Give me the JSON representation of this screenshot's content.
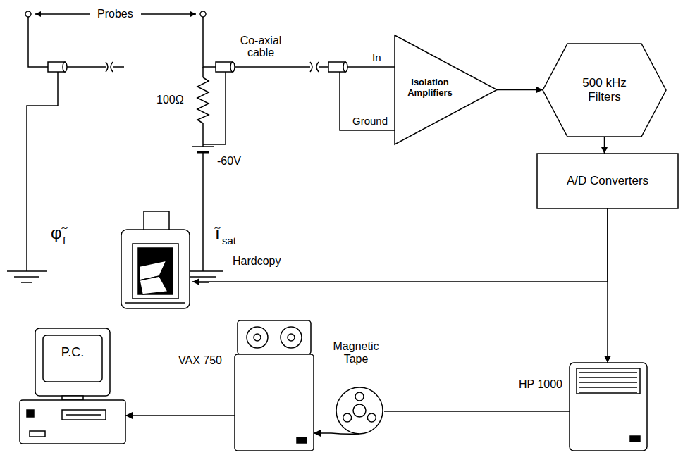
{
  "diagram": {
    "nodes": [
      {
        "text": [
          "Isolation Amplifiers"
        ]
      },
      {
        "text": [
          "500 kHz Filters"
        ]
      },
      {
        "text": [
          "A/D Converters"
        ]
      },
      {
        "text": [
          "Hardcopy"
        ]
      },
      {
        "text": [
          "HP 1000"
        ]
      },
      {
        "text": [
          "Magnetic Tape"
        ]
      },
      {
        "text": [
          "VAX 750"
        ]
      },
      {
        "text": [
          "P.C."
        ]
      }
    ],
    "edges": [
      {
        "from": 0,
        "to": 1,
        "arrow": "to"
      },
      {
        "from": 1,
        "to": 2,
        "arrow": "to"
      },
      {
        "from": 2,
        "to": 3,
        "arrow": "to"
      },
      {
        "from": 2,
        "to": 4,
        "arrow": "to"
      },
      {
        "from": 4,
        "to": 5,
        "arrow": "none"
      },
      {
        "from": 5,
        "to": 6,
        "arrow": "to"
      },
      {
        "from": 6,
        "to": 7,
        "arrow": "to"
      }
    ],
    "labels": [
      "Probes",
      "Co-axial cable",
      "In",
      "Ground",
      "100Ω",
      "-60V",
      "φ̃",
      "f",
      "ĩ",
      "sat"
    ]
  }
}
